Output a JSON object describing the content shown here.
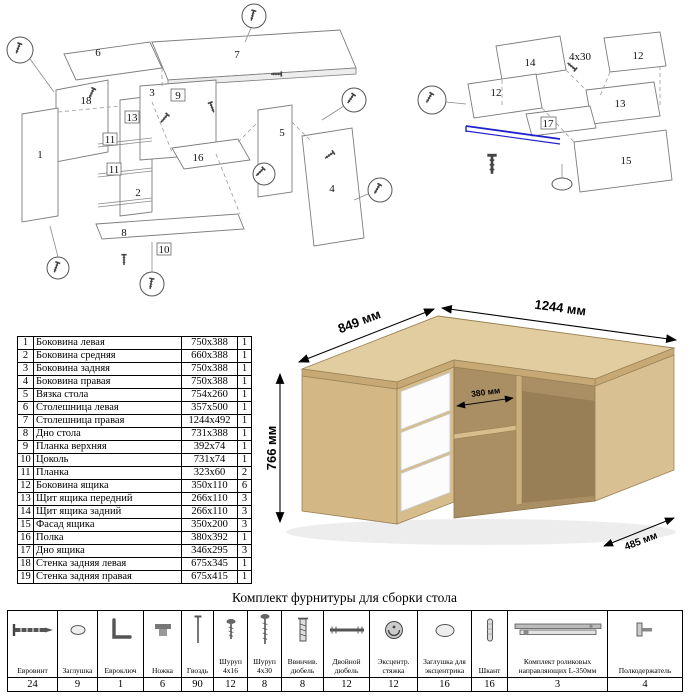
{
  "parts_table": {
    "rows": [
      {
        "num": "1",
        "name": "Боковина левая",
        "size": "750x388",
        "qty": "1"
      },
      {
        "num": "2",
        "name": "Боковина средняя",
        "size": "660x388",
        "qty": "1"
      },
      {
        "num": "3",
        "name": "Боковина задняя",
        "size": "750x388",
        "qty": "1"
      },
      {
        "num": "4",
        "name": "Боковина правая",
        "size": "750x388",
        "qty": "1"
      },
      {
        "num": "5",
        "name": "Вязка стола",
        "size": "754x260",
        "qty": "1"
      },
      {
        "num": "6",
        "name": "Столешница левая",
        "size": "357x500",
        "qty": "1"
      },
      {
        "num": "7",
        "name": "Столешница правая",
        "size": "1244x492",
        "qty": "1"
      },
      {
        "num": "8",
        "name": "Дно стола",
        "size": "731x388",
        "qty": "1"
      },
      {
        "num": "9",
        "name": "Планка верхняя",
        "size": "392x74",
        "qty": "1"
      },
      {
        "num": "10",
        "name": "Цоколь",
        "size": "731x74",
        "qty": "1"
      },
      {
        "num": "11",
        "name": "Планка",
        "size": "323x60",
        "qty": "2"
      },
      {
        "num": "12",
        "name": "Боковина ящика",
        "size": "350x110",
        "qty": "6"
      },
      {
        "num": "13",
        "name": "Щит ящика передний",
        "size": "266x110",
        "qty": "3"
      },
      {
        "num": "14",
        "name": "Щит ящика задний",
        "size": "266x110",
        "qty": "3"
      },
      {
        "num": "15",
        "name": "Фасад ящика",
        "size": "350x200",
        "qty": "3"
      },
      {
        "num": "16",
        "name": "Полка",
        "size": "380x392",
        "qty": "1"
      },
      {
        "num": "17",
        "name": "Дно ящика",
        "size": "346x295",
        "qty": "3"
      },
      {
        "num": "18",
        "name": "Стенка задняя левая",
        "size": "675x345",
        "qty": "1"
      },
      {
        "num": "19",
        "name": "Стенка задняя правая",
        "size": "675x415",
        "qty": "1"
      }
    ]
  },
  "exploded_left": {
    "callouts": [
      "1",
      "2",
      "3",
      "4",
      "5",
      "6",
      "7",
      "8",
      "9",
      "10",
      "11",
      "11",
      "13",
      "16",
      "18"
    ]
  },
  "exploded_right": {
    "callouts": [
      "12",
      "12",
      "13",
      "14",
      "15",
      "17"
    ],
    "screw_label": "4x30",
    "rail_color": "#2222cc"
  },
  "desk": {
    "dim_width_right": "1244 мм",
    "dim_width_left": "849 мм",
    "dim_height": "766 мм",
    "dim_depth_shelf": "380 мм",
    "dim_depth_right": "485 мм",
    "wood_top": "#e2cda0",
    "wood_side": "#d3b886",
    "wood_front": "#d8bd8c",
    "drawer_color": "#fcfcfc"
  },
  "hardware": {
    "title": "Комплект фурнитуры для сборки стола",
    "items": [
      {
        "name": "Евровинт",
        "qty": "24"
      },
      {
        "name": "Заглушка",
        "qty": "9"
      },
      {
        "name": "Евроключ",
        "qty": "1"
      },
      {
        "name": "Ножка",
        "qty": "6"
      },
      {
        "name": "Гвоздь",
        "qty": "90"
      },
      {
        "name": "Шуруп 4x16",
        "qty": "12"
      },
      {
        "name": "Шуруп 4x30",
        "qty": "8"
      },
      {
        "name": "Ввинчив. дюбель",
        "qty": "8"
      },
      {
        "name": "Двойной дюбель",
        "qty": "12"
      },
      {
        "name": "Эксцентр. стяжка",
        "qty": "12"
      },
      {
        "name": "Заглушка для эксцентрика",
        "qty": "16"
      },
      {
        "name": "Шкант",
        "qty": "16"
      },
      {
        "name": "Комплект роликовых направляющих L-350мм",
        "qty": "3"
      },
      {
        "name": "Полкодержатель",
        "qty": "4"
      }
    ]
  }
}
